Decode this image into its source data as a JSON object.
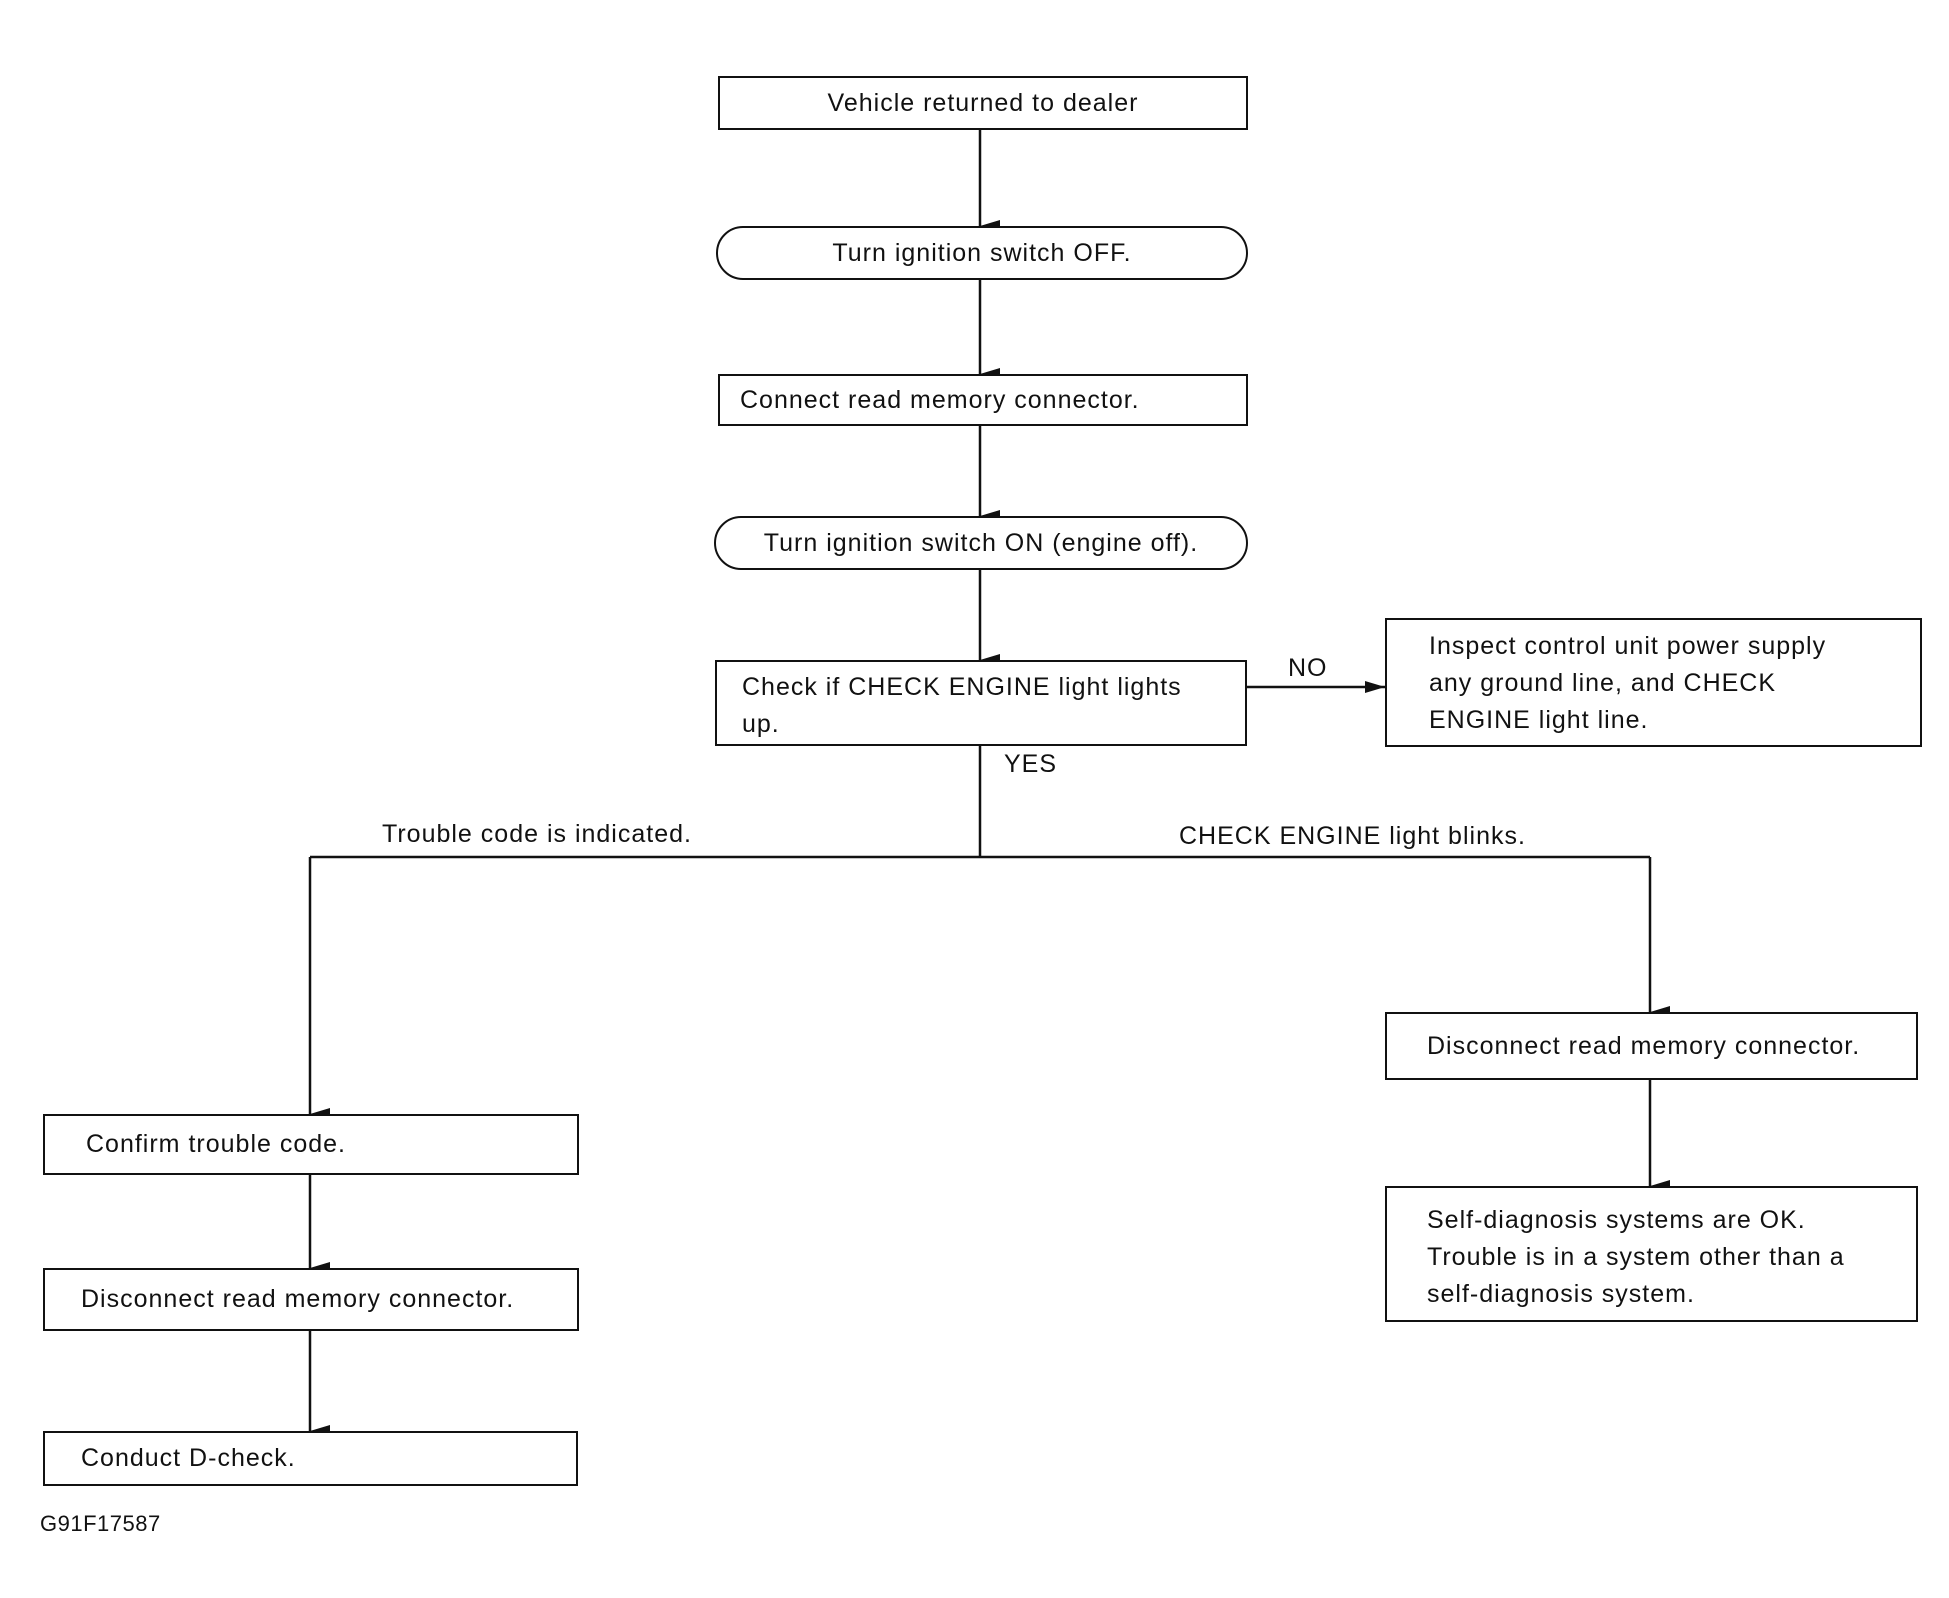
{
  "nodes": {
    "returned": "Vehicle returned to dealer",
    "ign_off": "Turn ignition switch OFF.",
    "connect": "Connect read memory connector.",
    "ign_on": "Turn ignition switch ON (engine off).",
    "check": [
      "Check if CHECK ENGINE light lights",
      "up."
    ],
    "inspect": [
      "Inspect control unit power supply",
      "any ground line, and CHECK",
      "ENGINE light line."
    ],
    "disconnect_right": "Disconnect read memory connector.",
    "selfdiag_ok": [
      "Self-diagnosis systems are OK.",
      "Trouble is in a system other than a",
      "self-diagnosis system."
    ],
    "confirm": "Confirm trouble code.",
    "disconnect_left": "Disconnect read memory connector.",
    "dcheck": "Conduct D-check."
  },
  "labels": {
    "no": "NO",
    "yes": "YES",
    "trouble": "Trouble code is indicated.",
    "blinks": "CHECK ENGINE light blinks."
  },
  "figure_id": "G91F17587"
}
